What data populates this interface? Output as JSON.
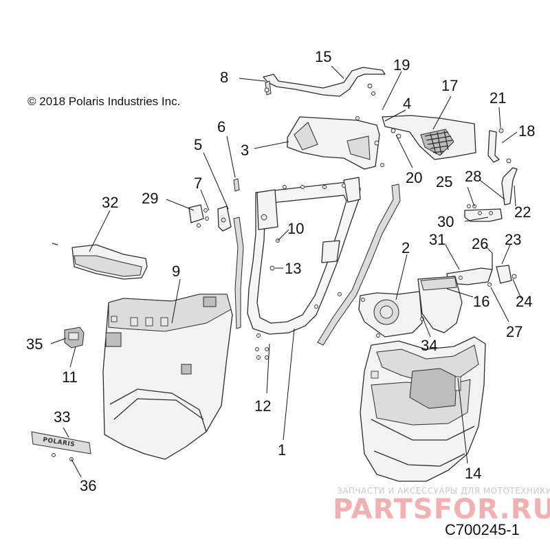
{
  "copyright": "© 2018 Polaris Industries Inc.",
  "diagram_code": "C700245-1",
  "watermark": {
    "tagline": "ЗАПЧАСТИ И АКСЕССУАРЫ ДЛЯ МОТОТЕХНИКИ",
    "brand": "PARTSFOR.RU"
  },
  "panel_logo": "POLARIS",
  "callouts": {
    "c1": "1",
    "c2": "2",
    "c3": "3",
    "c4": "4",
    "c5": "5",
    "c6": "6",
    "c7": "7",
    "c8": "8",
    "c9": "9",
    "c10": "10",
    "c11": "11",
    "c12": "12",
    "c13": "13",
    "c14": "14",
    "c15": "15",
    "c16": "16",
    "c17": "17",
    "c18": "18",
    "c19": "19",
    "c20": "20",
    "c21": "21",
    "c22": "22",
    "c23": "23",
    "c24": "24",
    "c25": "25",
    "c26": "26",
    "c27": "27",
    "c28": "28",
    "c29": "29",
    "c30": "30",
    "c31": "31",
    "c32": "32",
    "c33": "33",
    "c34": "34",
    "c35": "35",
    "c36": "36"
  }
}
